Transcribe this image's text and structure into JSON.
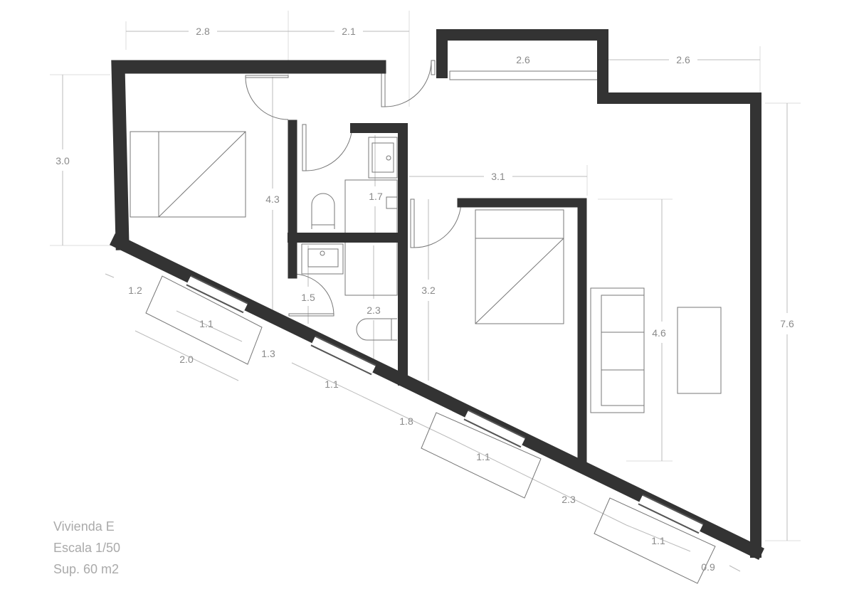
{
  "plan": {
    "title": "Vivienda E",
    "scale": "Escala 1/50",
    "area": "Sup. 60 m2",
    "wall_color": "#333333",
    "dimensions": {
      "top_left": "2.8",
      "top_mid": "2.1",
      "top_bump": "2.6",
      "top_right": "2.6",
      "left_height": "3.0",
      "hall_height": "4.3",
      "bath_upper": "1.7",
      "bedroom2_width": "3.1",
      "bedroom2_height": "3.2",
      "bath_door": "1.5",
      "bath_lower": "2.3",
      "living_height": "4.6",
      "total_height": "7.6",
      "diag_1": "1.2",
      "win_1": "1.1",
      "diag_2": "1.3",
      "diag_3": "2.0",
      "win_2": "1.1",
      "diag_4": "1.8",
      "win_3": "1.1",
      "diag_5": "2.3",
      "win_4": "1.1",
      "diag_6": "0.9"
    }
  }
}
